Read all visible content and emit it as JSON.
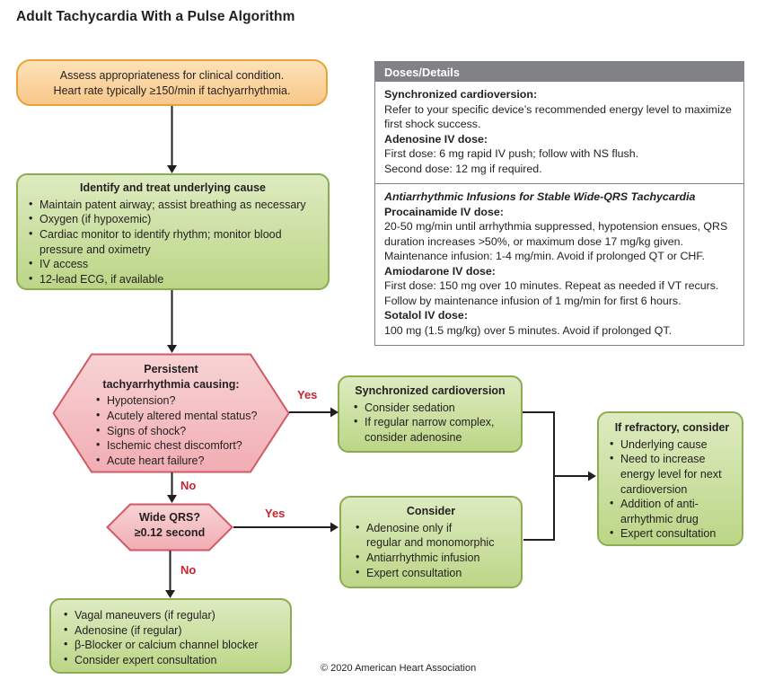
{
  "title": "Adult Tachycardia With a Pulse Algorithm",
  "footer": "© 2020 American Heart Association",
  "colors": {
    "orange_fill": "#F8C78A",
    "orange_border": "#E8A33D",
    "green_fill": "#BCD687",
    "green_border": "#8BAC50",
    "pink_fill": "#F2AFB5",
    "pink_border": "#D05A64",
    "red_label": "#C8232E",
    "panel_header_gray": "#808285",
    "text": "#231F20"
  },
  "labels": {
    "yes1": "Yes",
    "no1": "No",
    "yes2": "Yes",
    "no2": "No"
  },
  "assess_box": {
    "text": "Assess appropriateness for clinical condition.\nHeart rate typically ≥150/min if tachyarrhythmia."
  },
  "identify_box": {
    "title": "Identify and treat underlying cause",
    "bullets": [
      "Maintain patent airway; assist breathing as necessary",
      "Oxygen (if hypoxemic)",
      "Cardiac monitor to identify rhythm; monitor blood pressure and oximetry",
      "IV access",
      "12-lead ECG, if available"
    ]
  },
  "persistent_hex": {
    "title": "Persistent\ntachyarrhythmia causing:",
    "bullets": [
      "Hypotension?",
      "Acutely altered mental status?",
      "Signs of shock?",
      "Ischemic chest discomfort?",
      "Acute heart failure?"
    ]
  },
  "sync_box": {
    "title": "Synchronized cardioversion",
    "bullets": [
      "Consider sedation",
      "If regular narrow complex,\nconsider adenosine"
    ]
  },
  "refractory_box": {
    "title": "If refractory, consider",
    "bullets": [
      "Underlying cause",
      "Need to increase\nenergy level for next\ncardioversion",
      "Addition of anti-\narrhythmic drug",
      "Expert consultation"
    ]
  },
  "wide_qrs_hex": {
    "text": "Wide QRS?\n≥0.12 second"
  },
  "consider_box": {
    "title": "Consider",
    "bullets": [
      "Adenosine only if\nregular and monomorphic",
      "Antiarrhythmic infusion",
      "Expert consultation"
    ]
  },
  "vagal_box": {
    "bullets": [
      "Vagal maneuvers (if regular)",
      "Adenosine (if regular)",
      "β-Blocker or calcium channel blocker",
      "Consider expert consultation"
    ]
  },
  "doses_panel": {
    "header": "Doses/Details",
    "section1": [
      {
        "label": "Synchronized cardioversion:",
        "body": "Refer to your specific device’s recommended energy level to maximize first shock success."
      },
      {
        "label": "Adenosine IV dose:",
        "body": "First dose: 6 mg rapid IV push; follow with NS flush.\nSecond dose: 12 mg if required."
      }
    ],
    "section2_header": "Antiarrhythmic Infusions for Stable Wide-QRS Tachycardia",
    "section2": [
      {
        "label": "Procainamide IV dose:",
        "body": "20-50 mg/min until arrhythmia suppressed, hypotension ensues, QRS duration increases >50%, or maximum dose 17 mg/kg given. Maintenance infusion: 1-4 mg/min. Avoid if prolonged QT or CHF."
      },
      {
        "label": "Amiodarone IV dose:",
        "body": "First dose: 150 mg over 10 minutes. Repeat as needed if VT recurs. Follow by maintenance infusion of 1 mg/min for first 6 hours."
      },
      {
        "label": "Sotalol IV dose:",
        "body": "100 mg (1.5 mg/kg) over 5 minutes. Avoid if prolonged QT."
      }
    ]
  }
}
